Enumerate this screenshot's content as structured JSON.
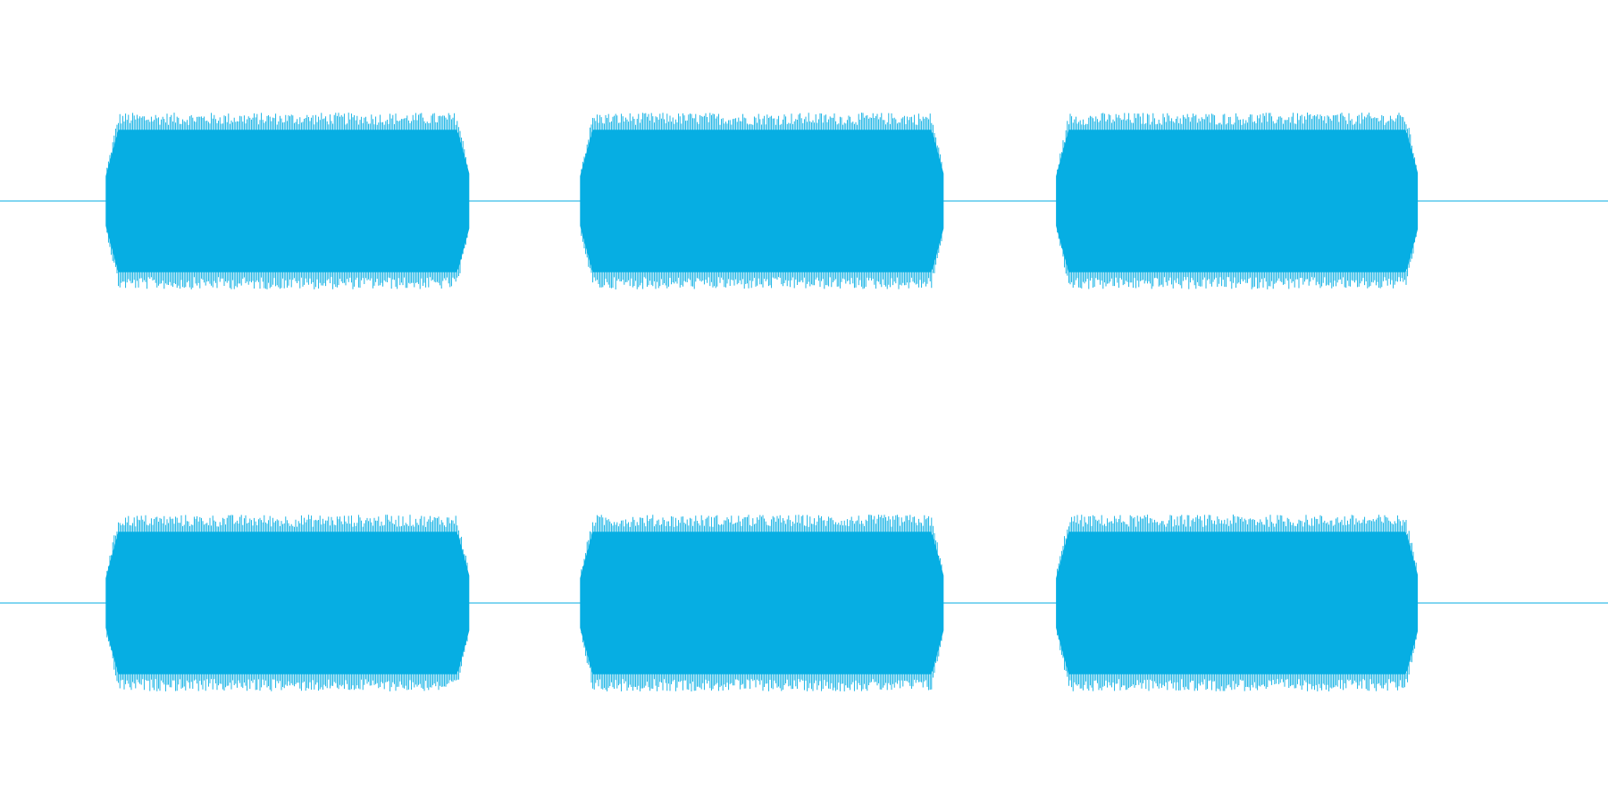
{
  "chart_data": {
    "type": "line",
    "kind": "audio-waveform",
    "channels": 2,
    "color": "#06aee3",
    "background": "#ffffff",
    "duration_fraction_range": [
      0,
      1
    ],
    "amplitude_range": [
      -1,
      1
    ],
    "grid": false,
    "legend": "none",
    "series": [
      {
        "channel": 1,
        "bursts": [
          {
            "start": 0.066,
            "end": 0.292,
            "peak_amplitude": 0.98
          },
          {
            "start": 0.361,
            "end": 0.587,
            "peak_amplitude": 0.98
          },
          {
            "start": 0.657,
            "end": 0.882,
            "peak_amplitude": 0.98
          }
        ]
      },
      {
        "channel": 2,
        "bursts": [
          {
            "start": 0.066,
            "end": 0.292,
            "peak_amplitude": 0.98
          },
          {
            "start": 0.361,
            "end": 0.587,
            "peak_amplitude": 0.98
          },
          {
            "start": 0.657,
            "end": 0.882,
            "peak_amplitude": 0.98
          }
        ]
      }
    ]
  }
}
